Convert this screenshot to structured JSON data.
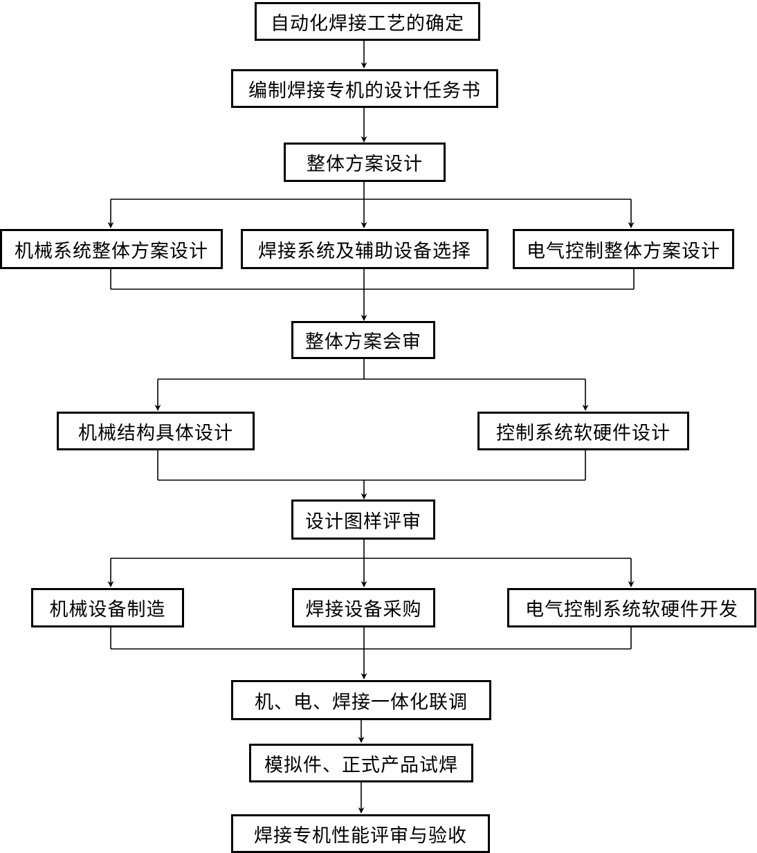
{
  "nodes": {
    "n1": "自动化焊接工艺的确定",
    "n2": "编制焊接专机的设计任务书",
    "n3": "整体方案设计",
    "n4a": "机械系统整体方案设计",
    "n4b": "焊接系统及辅助设备选择",
    "n4c": "电气控制整体方案设计",
    "n5": "整体方案会审",
    "n6a": "机械结构具体设计",
    "n6b": "控制系统软硬件设计",
    "n7": "设计图样评审",
    "n8a": "机械设备制造",
    "n8b": "焊接设备采购",
    "n8c": "电气控制系统软硬件开发",
    "n9": "机、电、焊接一体化联调",
    "n10": "模拟件、正式产品试焊",
    "n11": "焊接专机性能评审与验收"
  }
}
